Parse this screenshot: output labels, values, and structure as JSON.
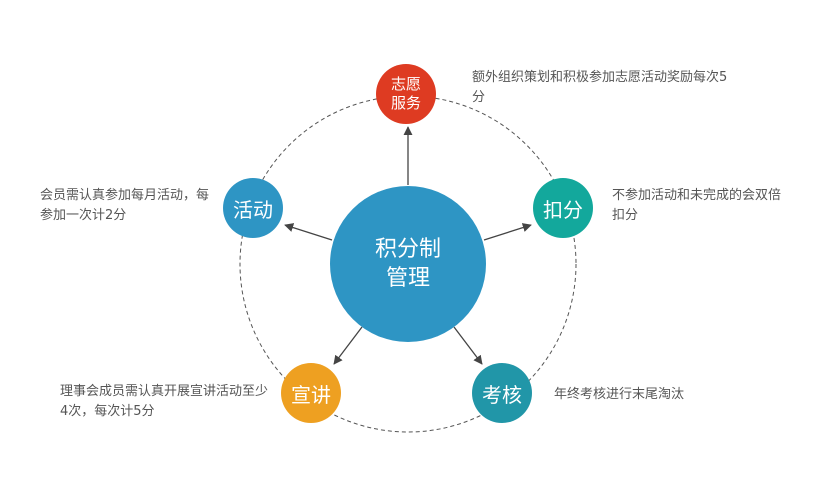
{
  "center": {
    "line1": "积分制",
    "line2": "管理"
  },
  "nodes": {
    "zhiyuan": {
      "line1": "志愿",
      "line2": "服务",
      "color": "#de3b22"
    },
    "huodong": {
      "label": "活动",
      "color": "#2e95c4"
    },
    "koufen": {
      "label": "扣分",
      "color": "#13a89c"
    },
    "xuanjiang": {
      "label": "宣讲",
      "color": "#eea021"
    },
    "kaohe": {
      "label": "考核",
      "color": "#2196a8"
    }
  },
  "descriptions": {
    "zhiyuan": "额外组织策划和积极参加志愿活动奖励每次5分",
    "huodong": "会员需认真参加每月活动，每参加一次计2分",
    "koufen": "不参加活动和未完成的会双倍扣分",
    "xuanjiang": "理事会成员需认真开展宣讲活动至少4次，每次计5分",
    "kaohe": "年终考核进行末尾淘汰"
  }
}
